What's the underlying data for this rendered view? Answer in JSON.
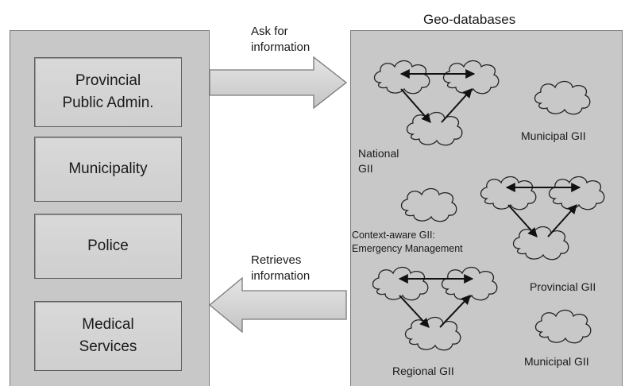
{
  "actors": {
    "provincial": "Provincial\nPublic Admin.",
    "municipality": "Municipality",
    "police": "Police",
    "medical": "Medical\nServices"
  },
  "arrows": {
    "ask": "Ask for\ninformation",
    "retrieves": "Retrieves\ninformation"
  },
  "geo": {
    "title": "Geo-databases",
    "national": "National\nGII",
    "municipal_top": "Municipal  GII",
    "context": "Context-aware GII:\nEmergency Management",
    "provincial": "Provincial GII",
    "regional": "Regional GII",
    "municipal_bottom": "Municipal  GII"
  }
}
